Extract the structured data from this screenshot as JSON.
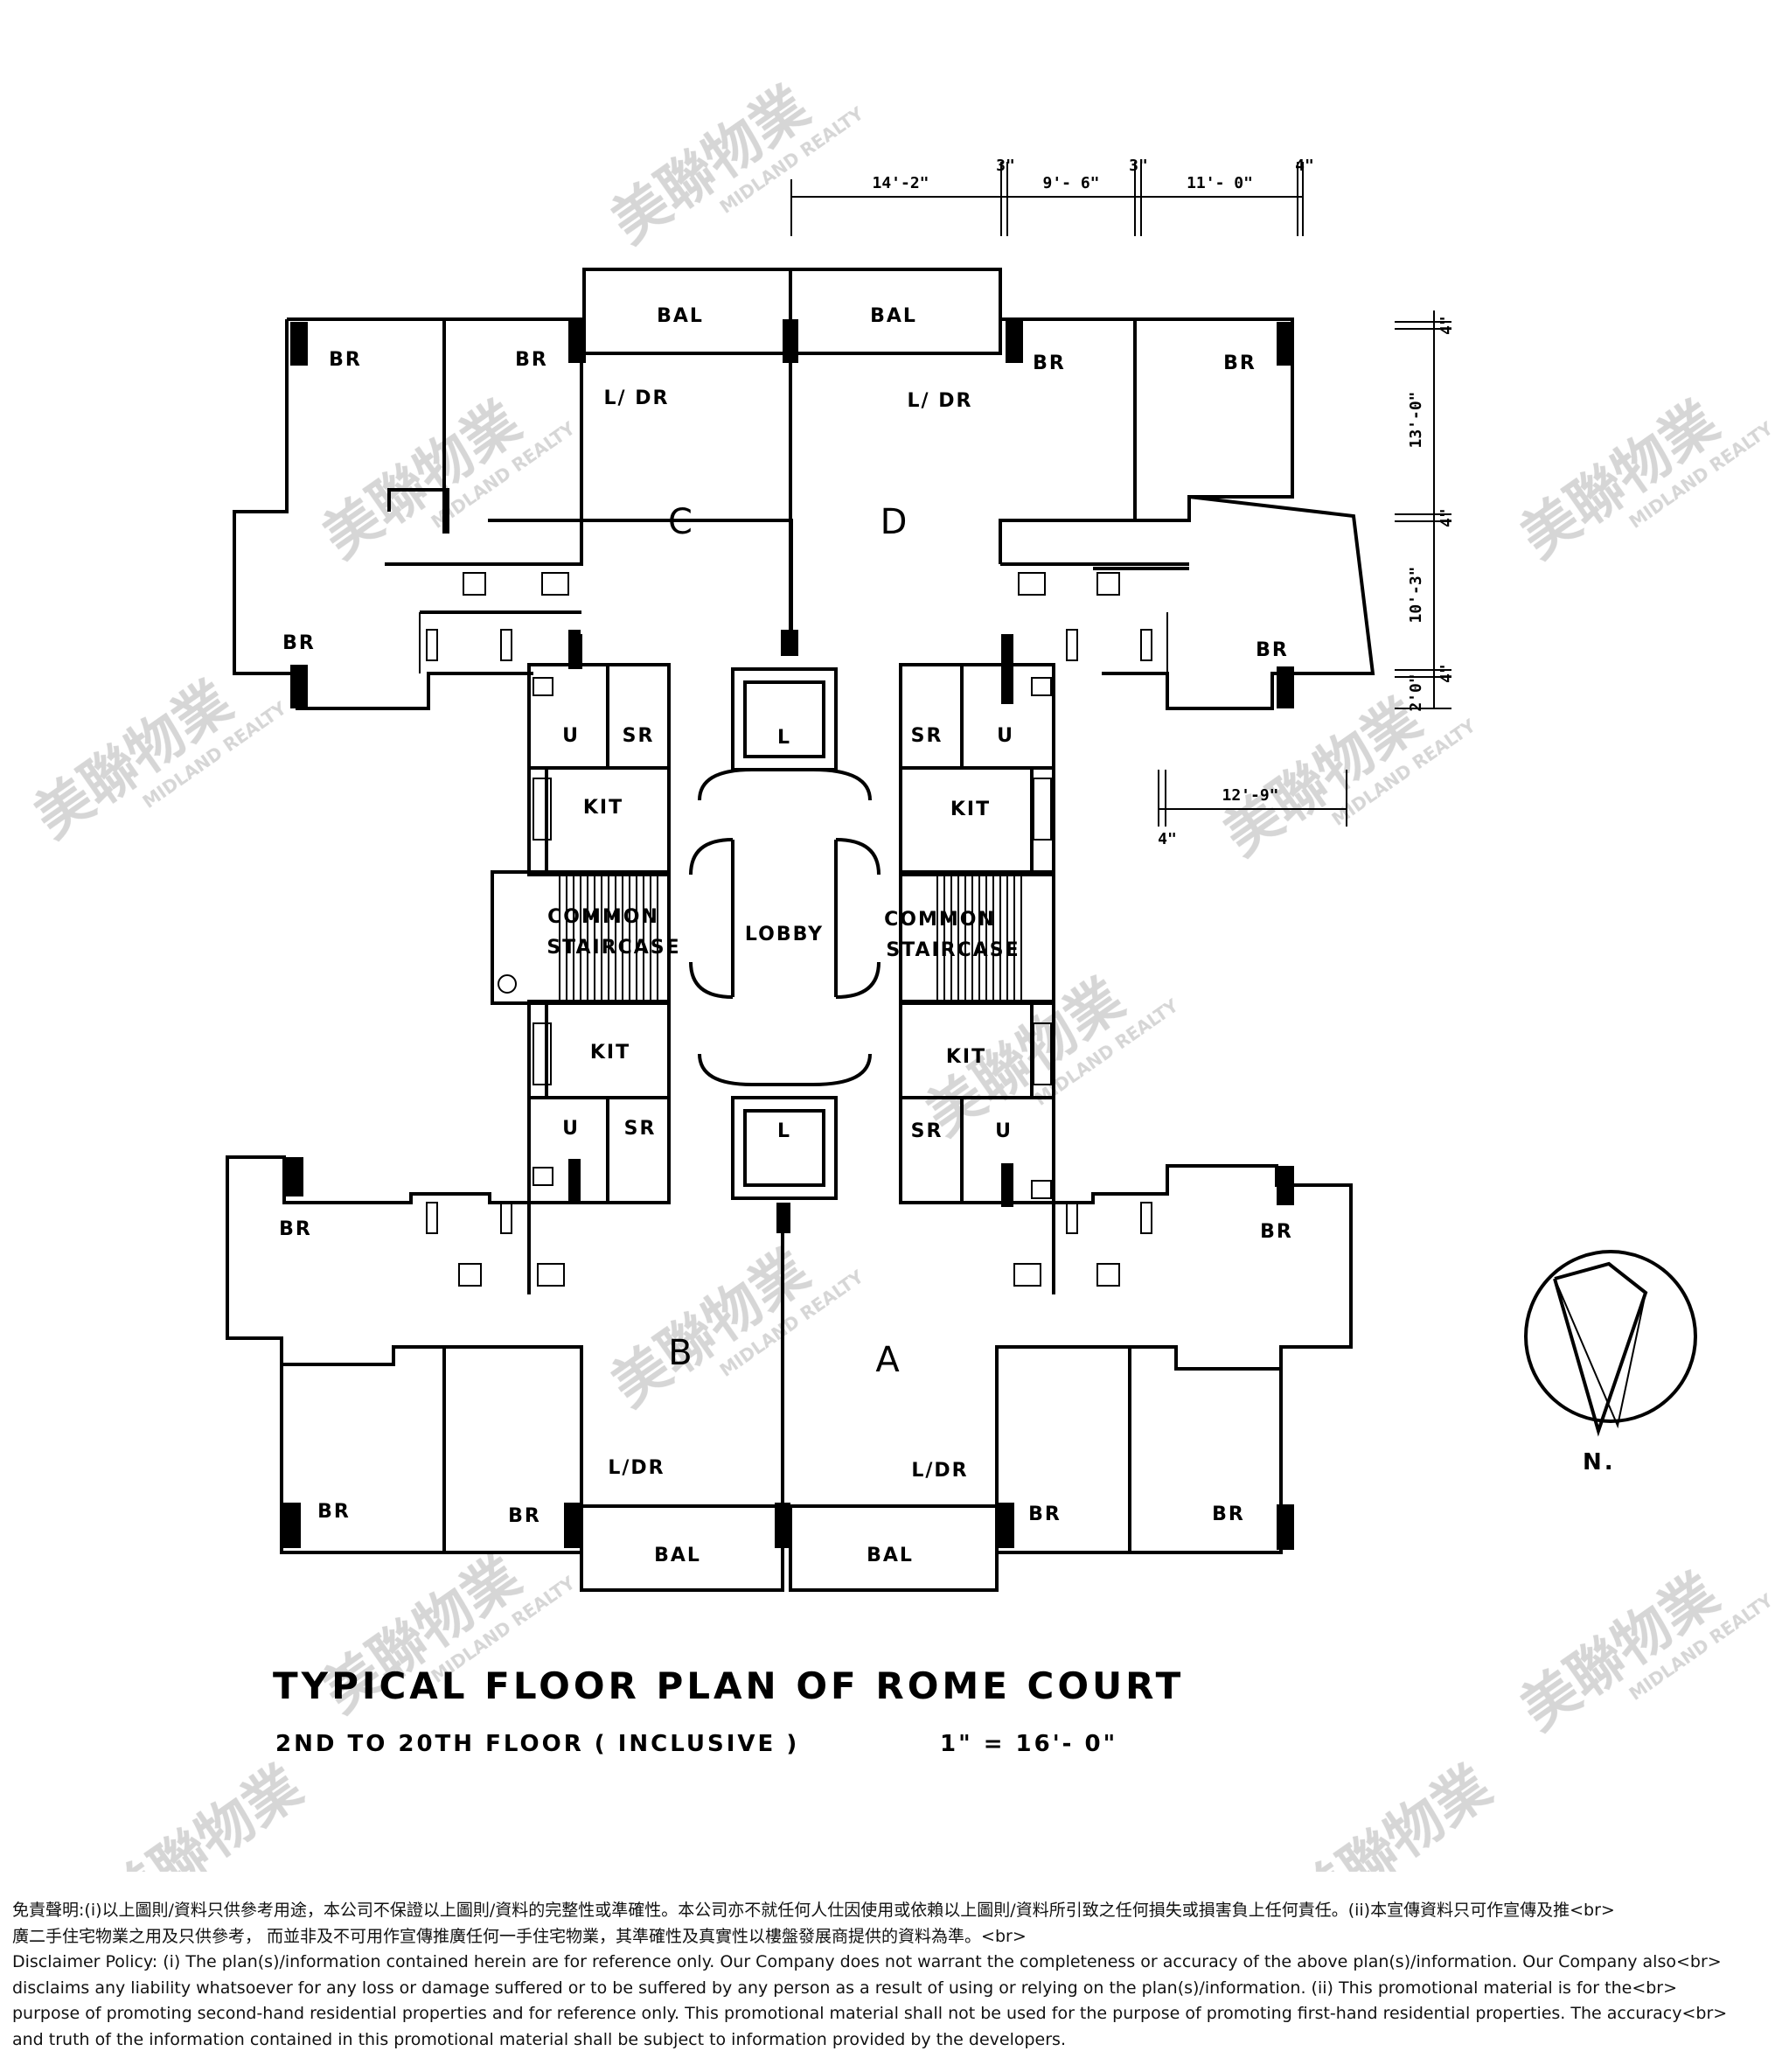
{
  "plan": {
    "title": "TYPICAL FLOOR PLAN OF ROME COURT",
    "subtitle": "2ND TO 20TH FLOOR ( INCLUSIVE )",
    "scale": "1\" = 16'- 0\"",
    "units": {
      "a": "A",
      "b": "B",
      "c": "C",
      "d": "D"
    },
    "rooms": {
      "br": "BR",
      "bal": "BAL",
      "ldr": "L/DR",
      "ldr_alt": "L/ DR",
      "kit": "KIT",
      "u": "U",
      "sr": "SR",
      "lift": "L",
      "lobby": "LOBBY",
      "common": "COMMON",
      "staircase": "STAIRCASE"
    },
    "dimensions": {
      "d1": "14'-2\"",
      "d2": "3\"",
      "d3": "9'- 6\"",
      "d4": "3\"",
      "d5": "11'- 0\"",
      "d6": "4\"",
      "v1": "4\"",
      "v2": "13'-0\"",
      "v3": "4\"",
      "v4": "10'-3\"",
      "v5": "4\"",
      "v6": "2'0\"",
      "h1": "12'-9\"",
      "h2": "4\""
    },
    "north": "N."
  },
  "watermark": {
    "cn": "美聯物業",
    "en": "MIDLAND REALTY"
  },
  "disclaimer": {
    "cn_line1": "免責聲明:(i)以上圖則/資料只供參考用途，本公司不保證以上圖則/資料的完整性或準確性。本公司亦不就任何人仕因使用或依賴以上圖則/資料所引致之任何損失或損害負上任何責任。(ii)本宣傳資料只可作宣傳及推<br>",
    "cn_line2": "廣二手住宅物業之用及只供參考， 而並非及不可用作宣傳推廣任何一手住宅物業，其準確性及真實性以樓盤發展商提供的資料為準。<br>",
    "en_line1": "Disclaimer Policy: (i) The plan(s)/information contained herein are for reference only. Our Company does not warrant the completeness or accuracy of the above plan(s)/information. Our Company also<br>",
    "en_line2": "disclaims any liability whatsoever for any loss or damage suffered or to be suffered by any person as a result of using or relying on the plan(s)/information. (ii) This promotional material is for the<br>",
    "en_line3": "purpose of promoting second-hand residential properties and for reference only. This promotional material shall not be used for the purpose of promoting first-hand residential properties. The accuracy<br>",
    "en_line4": "and truth of the information contained in this promotional material shall be subject to information provided by the developers."
  }
}
